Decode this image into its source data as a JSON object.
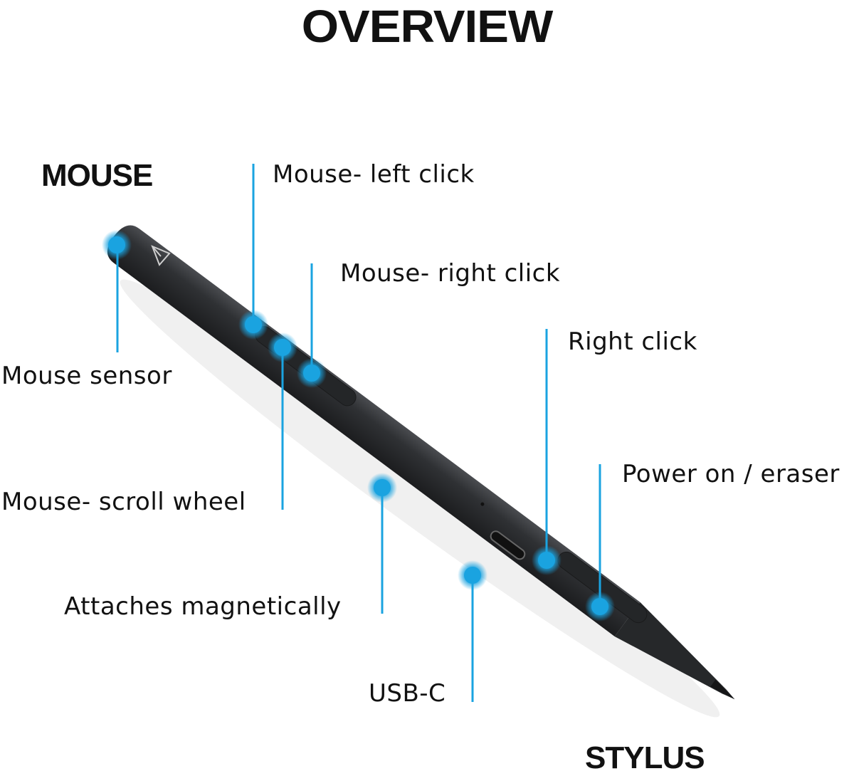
{
  "title": "OVERVIEW",
  "headings": {
    "mouse": "MOUSE",
    "stylus": "STYLUS"
  },
  "callouts": {
    "mouse_left_click": "Mouse- left click",
    "mouse_right_click": "Mouse- right click",
    "right_click": "Right click",
    "mouse_sensor": "Mouse sensor",
    "power_on_eraser": "Power on / eraser",
    "mouse_scroll_wheel": "Mouse- scroll wheel",
    "attaches_magnetically": "Attaches magnetically",
    "usb_c": "USB-C"
  },
  "colors": {
    "accent": "#1aa3e0",
    "pen_body": "#2b2d30",
    "text": "#111111"
  },
  "icons": [
    "triangle-logo-icon"
  ]
}
